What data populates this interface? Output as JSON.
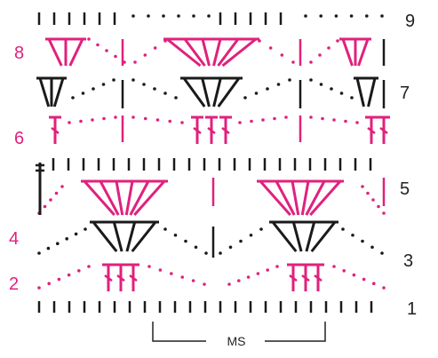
{
  "colors": {
    "ink": "#1a1a1a",
    "accent": "#e0217d",
    "background": "#ffffff"
  },
  "pattern": {
    "repeat_label": "MS",
    "row_numbers_left": [
      {
        "row": 8,
        "label": "8"
      },
      {
        "row": 6,
        "label": "6"
      },
      {
        "row": 4,
        "label": "4"
      },
      {
        "row": 2,
        "label": "2"
      }
    ],
    "row_numbers_right": [
      {
        "row": 9,
        "label": "9"
      },
      {
        "row": 7,
        "label": "7"
      },
      {
        "row": 5,
        "label": "5"
      },
      {
        "row": 3,
        "label": "3"
      },
      {
        "row": 1,
        "label": "1"
      }
    ]
  }
}
